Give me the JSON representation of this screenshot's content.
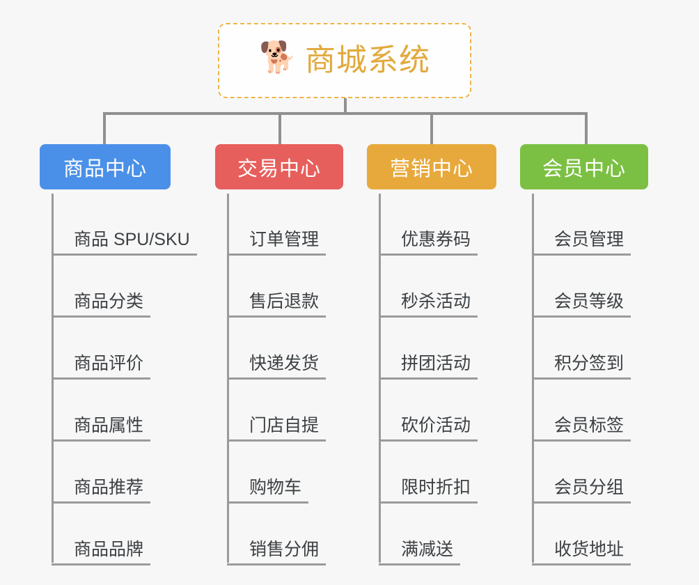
{
  "canvas": {
    "background": "#f7f7f7",
    "connector_color": "#909090"
  },
  "root": {
    "icon": "shiba-dog-face-emoji",
    "emoji": "🐕",
    "title": "商城系统",
    "text_color": "#e2a93c",
    "border_color": "#f0b44a",
    "background": "#fefefe"
  },
  "branches": [
    {
      "id": "product-center",
      "label": "商品中心",
      "color": "#4a90e8",
      "items": [
        {
          "label": "商品 SPU/SKU"
        },
        {
          "label": "商品分类"
        },
        {
          "label": "商品评价"
        },
        {
          "label": "商品属性"
        },
        {
          "label": "商品推荐"
        },
        {
          "label": "商品品牌"
        }
      ]
    },
    {
      "id": "trade-center",
      "label": "交易中心",
      "color": "#e65f5c",
      "items": [
        {
          "label": "订单管理"
        },
        {
          "label": "售后退款"
        },
        {
          "label": "快递发货"
        },
        {
          "label": "门店自提"
        },
        {
          "label": "购物车"
        },
        {
          "label": "销售分佣"
        }
      ]
    },
    {
      "id": "marketing-center",
      "label": "营销中心",
      "color": "#e8a93c",
      "items": [
        {
          "label": "优惠券码"
        },
        {
          "label": "秒杀活动"
        },
        {
          "label": "拼团活动"
        },
        {
          "label": "砍价活动"
        },
        {
          "label": "限时折扣"
        },
        {
          "label": "满减送"
        }
      ]
    },
    {
      "id": "member-center",
      "label": "会员中心",
      "color": "#7cc043",
      "items": [
        {
          "label": "会员管理"
        },
        {
          "label": "会员等级"
        },
        {
          "label": "积分签到"
        },
        {
          "label": "会员标签"
        },
        {
          "label": "会员分组"
        },
        {
          "label": "收货地址"
        }
      ]
    }
  ]
}
